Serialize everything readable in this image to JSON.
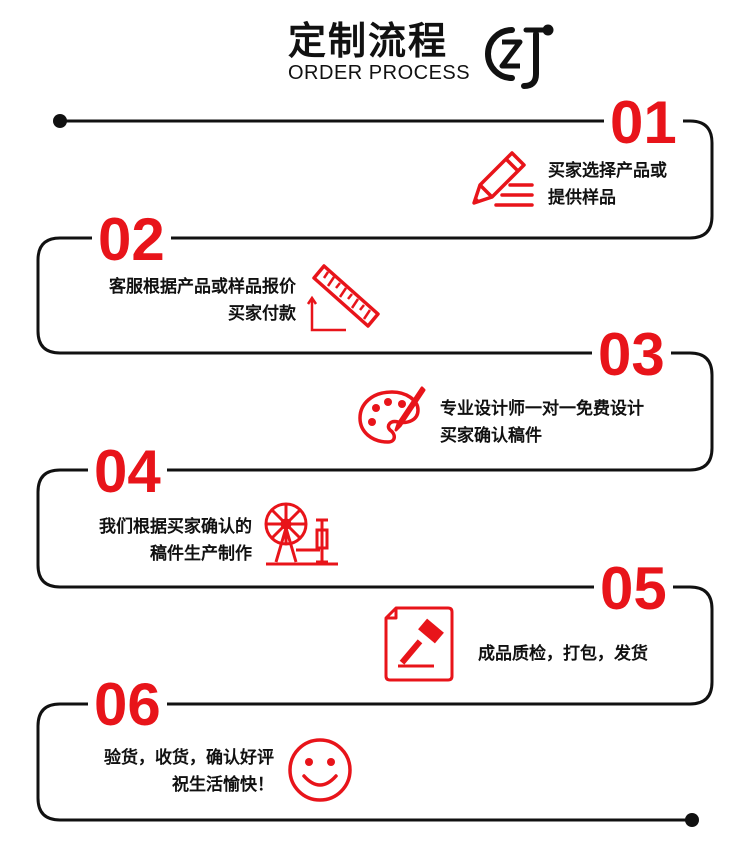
{
  "header": {
    "title": "定制流程",
    "subtitle": "ORDER PROCESS",
    "logo_text": "CZJ"
  },
  "accent_color": "#e8141a",
  "steps": [
    {
      "number": "01",
      "line1": "买家选择产品或",
      "line2": "提供样品",
      "icon": "pencil-icon"
    },
    {
      "number": "02",
      "line1": "客服根据产品或样品报价",
      "line2": "买家付款",
      "icon": "ruler-icon"
    },
    {
      "number": "03",
      "line1": "专业设计师一对一免费设计",
      "line2": "买家确认稿件",
      "icon": "palette-icon"
    },
    {
      "number": "04",
      "line1": "我们根据买家确认的",
      "line2": "稿件生产制作",
      "icon": "spinning-wheel-icon"
    },
    {
      "number": "05",
      "line1": "成品质检，打包，发货",
      "line2": "",
      "icon": "inspection-hammer-icon"
    },
    {
      "number": "06",
      "line1": "验货，收货，确认好评",
      "line2": "祝生活愉快！",
      "icon": "smiley-icon"
    }
  ]
}
